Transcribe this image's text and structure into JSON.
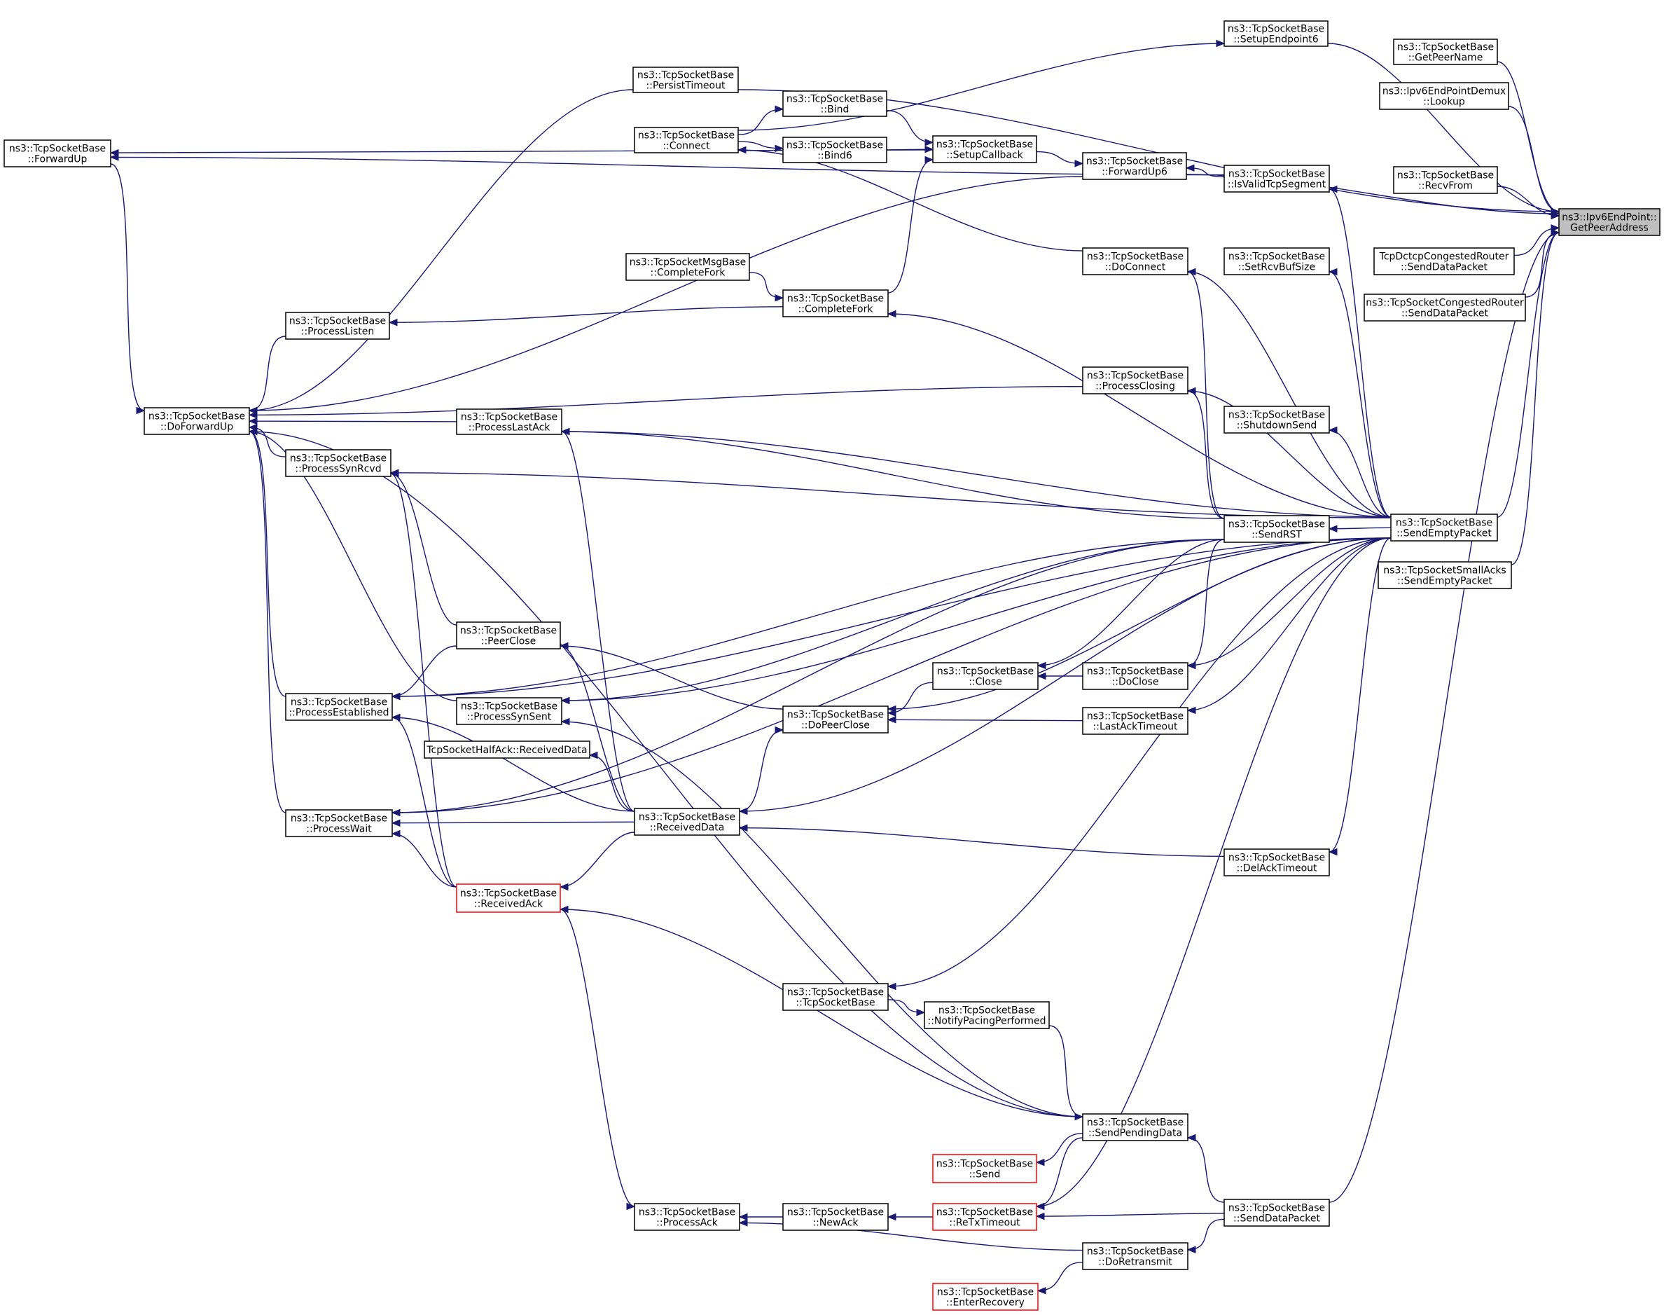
{
  "graph": {
    "root_label": [
      "ns3::Ipv6EndPoint::",
      "GetPeerAddress"
    ],
    "colors": {
      "edge": "#191970",
      "node_border": "#000000",
      "highlight_border": "#ff0000",
      "root_fill": "#bfbfbf"
    },
    "nodes": [
      {
        "id": "root",
        "lines": [
          "ns3::Ipv6EndPoint::",
          "GetPeerAddress"
        ],
        "style": "root"
      },
      {
        "id": "setupendpoint6",
        "lines": [
          "ns3::TcpSocketBase",
          "::SetupEndpoint6"
        ]
      },
      {
        "id": "getpeername",
        "lines": [
          "ns3::TcpSocketBase",
          "::GetPeerName"
        ]
      },
      {
        "id": "lookup",
        "lines": [
          "ns3::Ipv6EndPointDemux",
          "::Lookup"
        ]
      },
      {
        "id": "recvfrom",
        "lines": [
          "ns3::TcpSocketBase",
          "::RecvFrom"
        ]
      },
      {
        "id": "dctcp",
        "lines": [
          "TcpDctcpCongestedRouter",
          "::SendDataPacket"
        ]
      },
      {
        "id": "congrouter",
        "lines": [
          "ns3::TcpSocketCongestedRouter",
          "::SendDataPacket"
        ]
      },
      {
        "id": "smallacks",
        "lines": [
          "ns3::TcpSocketSmallAcks",
          "::SendEmptyPacket"
        ]
      },
      {
        "id": "sendempty",
        "lines": [
          "ns3::TcpSocketBase",
          "::SendEmptyPacket"
        ]
      },
      {
        "id": "persist",
        "lines": [
          "ns3::TcpSocketBase",
          "::PersistTimeout"
        ]
      },
      {
        "id": "connect",
        "lines": [
          "ns3::TcpSocketBase",
          "::Connect"
        ]
      },
      {
        "id": "bind",
        "lines": [
          "ns3::TcpSocketBase",
          "::Bind"
        ]
      },
      {
        "id": "bind6",
        "lines": [
          "ns3::TcpSocketBase",
          "::Bind6"
        ]
      },
      {
        "id": "setupcb",
        "lines": [
          "ns3::TcpSocketBase",
          "::SetupCallback"
        ]
      },
      {
        "id": "forwardup6",
        "lines": [
          "ns3::TcpSocketBase",
          "::ForwardUp6"
        ]
      },
      {
        "id": "isvalid",
        "lines": [
          "ns3::TcpSocketBase",
          "::IsValidTcpSegment"
        ]
      },
      {
        "id": "forwardup",
        "lines": [
          "ns3::TcpSocketBase",
          "::ForwardUp"
        ]
      },
      {
        "id": "doconnect",
        "lines": [
          "ns3::TcpSocketBase",
          "::DoConnect"
        ]
      },
      {
        "id": "setrcvbuf",
        "lines": [
          "ns3::TcpSocketBase",
          "::SetRcvBufSize"
        ]
      },
      {
        "id": "msgfork",
        "lines": [
          "ns3::TcpSocketMsgBase",
          "::CompleteFork"
        ]
      },
      {
        "id": "completefork",
        "lines": [
          "ns3::TcpSocketBase",
          "::CompleteFork"
        ]
      },
      {
        "id": "plisten",
        "lines": [
          "ns3::TcpSocketBase",
          "::ProcessListen"
        ]
      },
      {
        "id": "pclosing",
        "lines": [
          "ns3::TcpSocketBase",
          "::ProcessClosing"
        ]
      },
      {
        "id": "doforwardup",
        "lines": [
          "ns3::TcpSocketBase",
          "::DoForwardUp"
        ]
      },
      {
        "id": "plastack",
        "lines": [
          "ns3::TcpSocketBase",
          "::ProcessLastAck"
        ]
      },
      {
        "id": "shutdownsend",
        "lines": [
          "ns3::TcpSocketBase",
          "::ShutdownSend"
        ]
      },
      {
        "id": "psynrcvd",
        "lines": [
          "ns3::TcpSocketBase",
          "::ProcessSynRcvd"
        ]
      },
      {
        "id": "sendrst",
        "lines": [
          "ns3::TcpSocketBase",
          "::SendRST"
        ]
      },
      {
        "id": "peerclose",
        "lines": [
          "ns3::TcpSocketBase",
          "::PeerClose"
        ]
      },
      {
        "id": "close",
        "lines": [
          "ns3::TcpSocketBase",
          "::Close"
        ]
      },
      {
        "id": "doclose",
        "lines": [
          "ns3::TcpSocketBase",
          "::DoClose"
        ]
      },
      {
        "id": "pestab",
        "lines": [
          "ns3::TcpSocketBase",
          "::ProcessEstablished"
        ]
      },
      {
        "id": "psynsent",
        "lines": [
          "ns3::TcpSocketBase",
          "::ProcessSynSent"
        ]
      },
      {
        "id": "dopeerclose",
        "lines": [
          "ns3::TcpSocketBase",
          "::DoPeerClose"
        ]
      },
      {
        "id": "lastacktimeout",
        "lines": [
          "ns3::TcpSocketBase",
          "::LastAckTimeout"
        ]
      },
      {
        "id": "halfack",
        "lines": [
          "TcpSocketHalfAck::ReceivedData"
        ]
      },
      {
        "id": "pwait",
        "lines": [
          "ns3::TcpSocketBase",
          "::ProcessWait"
        ]
      },
      {
        "id": "receiveddata",
        "lines": [
          "ns3::TcpSocketBase",
          "::ReceivedData"
        ]
      },
      {
        "id": "delacktimeout",
        "lines": [
          "ns3::TcpSocketBase",
          "::DelAckTimeout"
        ]
      },
      {
        "id": "receivedack",
        "lines": [
          "ns3::TcpSocketBase",
          "::ReceivedAck"
        ],
        "style": "red"
      },
      {
        "id": "tcpsocketbase",
        "lines": [
          "ns3::TcpSocketBase",
          "::TcpSocketBase"
        ]
      },
      {
        "id": "notifypacing",
        "lines": [
          "ns3::TcpSocketBase",
          "::NotifyPacingPerformed"
        ]
      },
      {
        "id": "sendpending",
        "lines": [
          "ns3::TcpSocketBase",
          "::SendPendingData"
        ]
      },
      {
        "id": "send",
        "lines": [
          "ns3::TcpSocketBase",
          "::Send"
        ],
        "style": "red"
      },
      {
        "id": "processack",
        "lines": [
          "ns3::TcpSocketBase",
          "::ProcessAck"
        ]
      },
      {
        "id": "newack",
        "lines": [
          "ns3::TcpSocketBase",
          "::NewAck"
        ]
      },
      {
        "id": "retxtimeout",
        "lines": [
          "ns3::TcpSocketBase",
          "::ReTxTimeout"
        ],
        "style": "red"
      },
      {
        "id": "senddata",
        "lines": [
          "ns3::TcpSocketBase",
          "::SendDataPacket"
        ]
      },
      {
        "id": "doretransmit",
        "lines": [
          "ns3::TcpSocketBase",
          "::DoRetransmit"
        ]
      },
      {
        "id": "enterrecovery",
        "lines": [
          "ns3::TcpSocketBase",
          "::EnterRecovery"
        ],
        "style": "red"
      }
    ],
    "edges": [
      [
        "setupendpoint6",
        "root"
      ],
      [
        "getpeername",
        "root"
      ],
      [
        "lookup",
        "root"
      ],
      [
        "recvfrom",
        "root"
      ],
      [
        "dctcp",
        "root"
      ],
      [
        "congrouter",
        "root"
      ],
      [
        "smallacks",
        "root"
      ],
      [
        "sendempty",
        "root"
      ],
      [
        "persist",
        "root"
      ],
      [
        "forwardup6",
        "root"
      ],
      [
        "senddata",
        "root"
      ],
      [
        "connect",
        "setupendpoint6"
      ],
      [
        "doconnect",
        "connect"
      ],
      [
        "persist",
        "doforwardup"
      ],
      [
        "connect",
        "bind"
      ],
      [
        "connect",
        "bind6"
      ],
      [
        "bind",
        "setupcb"
      ],
      [
        "bind6",
        "setupcb"
      ],
      [
        "completefork",
        "setupcb"
      ],
      [
        "setupcb",
        "forwardup6"
      ],
      [
        "setupcb",
        "forwardup"
      ],
      [
        "isvalid",
        "forwardup6"
      ],
      [
        "isvalid",
        "forwardup"
      ],
      [
        "forwardup",
        "doforwardup"
      ],
      [
        "forwardup6",
        "doforwardup"
      ],
      [
        "msgfork",
        "completefork"
      ],
      [
        "completefork",
        "plisten"
      ],
      [
        "plisten",
        "doforwardup"
      ],
      [
        "pclosing",
        "doforwardup"
      ],
      [
        "plastack",
        "doforwardup"
      ],
      [
        "psynrcvd",
        "doforwardup"
      ],
      [
        "pestab",
        "doforwardup"
      ],
      [
        "psynsent",
        "doforwardup"
      ],
      [
        "pwait",
        "doforwardup"
      ],
      [
        "sendempty",
        "isvalid"
      ],
      [
        "sendempty",
        "doconnect"
      ],
      [
        "sendempty",
        "setrcvbuf"
      ],
      [
        "sendempty",
        "completefork"
      ],
      [
        "sendempty",
        "pclosing"
      ],
      [
        "sendempty",
        "shutdownsend"
      ],
      [
        "sendempty",
        "plastack"
      ],
      [
        "sendempty",
        "sendrst"
      ],
      [
        "sendempty",
        "psynrcvd"
      ],
      [
        "sendempty",
        "doclose"
      ],
      [
        "sendempty",
        "lastacktimeout"
      ],
      [
        "sendempty",
        "dopeerclose"
      ],
      [
        "sendempty",
        "psynsent"
      ],
      [
        "sendempty",
        "receiveddata"
      ],
      [
        "sendempty",
        "delacktimeout"
      ],
      [
        "sendempty",
        "pestab"
      ],
      [
        "sendempty",
        "pwait"
      ],
      [
        "sendempty",
        "tcpsocketbase"
      ],
      [
        "sendempty",
        "retxtimeout"
      ],
      [
        "sendrst",
        "doconnect"
      ],
      [
        "sendrst",
        "pclosing"
      ],
      [
        "sendrst",
        "plastack"
      ],
      [
        "sendrst",
        "pestab"
      ],
      [
        "sendrst",
        "pwait"
      ],
      [
        "sendrst",
        "psynsent"
      ],
      [
        "sendrst",
        "close"
      ],
      [
        "sendrst",
        "doclose"
      ],
      [
        "peerclose",
        "psynrcvd"
      ],
      [
        "peerclose",
        "pestab"
      ],
      [
        "dopeerclose",
        "peerclose"
      ],
      [
        "close",
        "dopeerclose"
      ],
      [
        "doclose",
        "close"
      ],
      [
        "lastacktimeout",
        "dopeerclose"
      ],
      [
        "receiveddata",
        "dopeerclose"
      ],
      [
        "receiveddata",
        "plastack"
      ],
      [
        "receiveddata",
        "peerclose"
      ],
      [
        "receiveddata",
        "halfack"
      ],
      [
        "receiveddata",
        "pestab"
      ],
      [
        "receiveddata",
        "pwait"
      ],
      [
        "receiveddata",
        "receivedack"
      ],
      [
        "delacktimeout",
        "receiveddata"
      ],
      [
        "receivedack",
        "psynrcvd"
      ],
      [
        "receivedack",
        "pestab"
      ],
      [
        "receivedack",
        "pwait"
      ],
      [
        "receivedack",
        "processack"
      ],
      [
        "tcpsocketbase",
        "notifypacing"
      ],
      [
        "notifypacing",
        "sendpending"
      ],
      [
        "sendpending",
        "doforwardup"
      ],
      [
        "sendpending",
        "psynsent"
      ],
      [
        "sendpending",
        "receivedack"
      ],
      [
        "sendpending",
        "send"
      ],
      [
        "sendpending",
        "retxtimeout"
      ],
      [
        "senddata",
        "sendpending"
      ],
      [
        "senddata",
        "retxtimeout"
      ],
      [
        "senddata",
        "doretransmit"
      ],
      [
        "newack",
        "processack"
      ],
      [
        "retxtimeout",
        "newack"
      ],
      [
        "doretransmit",
        "processack"
      ],
      [
        "doretransmit",
        "enterrecovery"
      ]
    ]
  }
}
